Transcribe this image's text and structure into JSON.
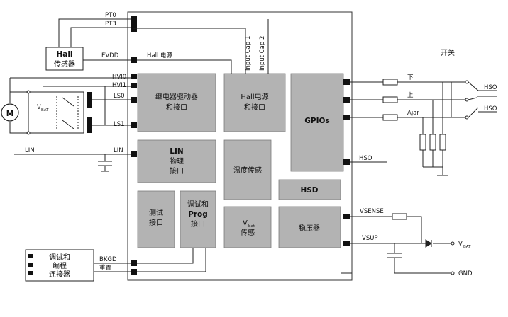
{
  "hall_sensor": {
    "line1": "Hall",
    "line2": "传感器"
  },
  "motor": {
    "label": "M"
  },
  "vbat_left": {
    "main": "V",
    "sub": "BAT"
  },
  "left_pins": {
    "pt0": "PT0",
    "pt3": "PT3",
    "evdd": "EVDD",
    "hall_power": "Hall 电源",
    "hvi0": "HVI0",
    "hvi1": "HVI1",
    "ls0": "LS0",
    "ls1": "LS1",
    "lin_outer": "LIN",
    "lin_inner": "LIN",
    "bkgd": "BKGD",
    "reset": "重置"
  },
  "input_caps": {
    "cap1": "Input Cap 1",
    "cap2": "Input Cap 2"
  },
  "blocks": {
    "relay_driver": {
      "line1": "继电器驱动器",
      "line2": "和接口"
    },
    "hall_power": {
      "line1": "Hall电源",
      "line2": "和接口"
    },
    "gpios": "GPIOs",
    "lin_phy": {
      "line1": "LIN",
      "line2": "物理",
      "line3": "接口"
    },
    "temp_sensor": "温度传感",
    "hsd": "HSD",
    "test_if": {
      "line1": "测试",
      "line2": "接口"
    },
    "debug_prog": {
      "line1": "调试和",
      "line2": "Prog",
      "line3": "接口"
    },
    "vbat_sense": {
      "main": "V",
      "sub": "bat",
      "line2": "传感"
    },
    "regulator": "稳压器"
  },
  "debug_connector": {
    "line1": "调试和",
    "line2": "编程",
    "line3": "连接器"
  },
  "right": {
    "switch_title": "开关",
    "down": "下",
    "up": "上",
    "ajar": "Ajar",
    "hso1": "HSO",
    "hso2": "HSO",
    "hso3": "HSO",
    "vsense": "VSENSE",
    "vsup": "VSUP",
    "vbat": {
      "main": "V",
      "sub": "BAT"
    },
    "gnd": "GND"
  }
}
